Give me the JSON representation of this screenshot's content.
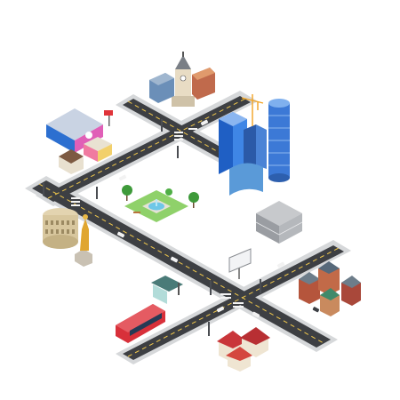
{
  "scene": {
    "style": "isometric city illustration",
    "background": "#ffffff",
    "colors": {
      "asphalt": "#3d3f43",
      "asphalt_edge": "#2a2b2e",
      "sidewalk": "#d6d8da",
      "lane_mark": "#f2c94c",
      "crosswalk": "#f4f4f4",
      "grass": "#8fd16a",
      "glass_blue": "#2f6fd6",
      "brick": "#b5553c",
      "tram_red": "#d8303a"
    },
    "objects": [
      {
        "name": "road-north-branch"
      },
      {
        "name": "road-main-diagonal"
      },
      {
        "name": "road-south-cross"
      },
      {
        "name": "skyscraper-cluster"
      },
      {
        "name": "shopping-mall"
      },
      {
        "name": "old-town-buildings"
      },
      {
        "name": "city-park-fountain"
      },
      {
        "name": "colosseum"
      },
      {
        "name": "golden-statue"
      },
      {
        "name": "parking-garage"
      },
      {
        "name": "billboard"
      },
      {
        "name": "bus-stop"
      },
      {
        "name": "tram"
      },
      {
        "name": "residential-houses"
      },
      {
        "name": "brick-townhouses"
      },
      {
        "name": "construction-crane"
      },
      {
        "name": "traffic-lights"
      },
      {
        "name": "cars"
      }
    ]
  }
}
